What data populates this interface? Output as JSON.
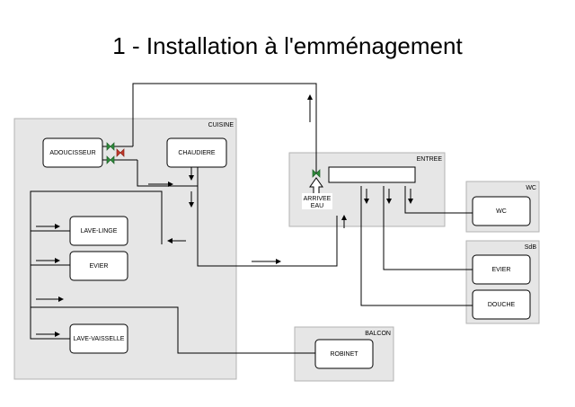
{
  "title": "1 - Installation à l'emménagement",
  "rooms": {
    "cuisine": "CUISINE",
    "entree": "ENTREE",
    "wc": "WC",
    "sdb": "SdB",
    "balcon": "BALCON"
  },
  "devices": {
    "adoucisseur": "ADOUCISSEUR",
    "chaudiere": "CHAUDIERE",
    "lave_linge": "LAVE-LINGE",
    "evier_cuisine": "EVIER",
    "lave_vaisselle": "LAVE-VAISSELLE",
    "wc": "WC",
    "evier_sdb": "EVIER",
    "douche": "DOUCHE",
    "robinet": "ROBINET"
  },
  "arrivee": {
    "line1": "ARRIVEE",
    "line2": "EAU"
  },
  "colors": {
    "room_fill": "#e6e6e6",
    "valve_open": "#2e8b3a",
    "valve_closed": "#c0392b"
  }
}
